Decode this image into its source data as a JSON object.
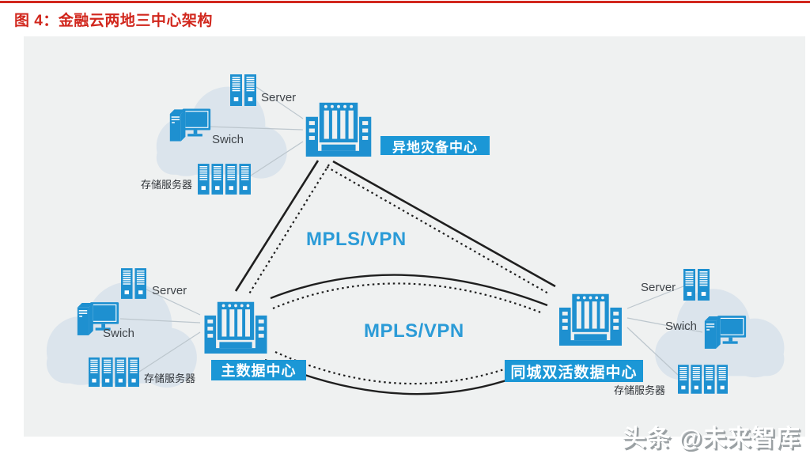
{
  "title": "图 4：金融云两地三中心架构",
  "watermark": "头条 @未来智库",
  "colors": {
    "title_red": "#d1271d",
    "panel_bg": "#eff1f1",
    "icon_blue": "#1e90d0",
    "label_box_blue": "#1b97d6",
    "link_text_blue": "#2b9bd7",
    "cloud_fill": "#dbe4ec",
    "line_dark": "#1f1f1f",
    "connector_gray": "#bcc6cd"
  },
  "icons": {
    "building": "data-center-building-icon",
    "server_rack": "server-rack-icon",
    "storage_rack": "storage-array-icon",
    "switch_pc": "switch-workstation-icon",
    "cloud": "cloud-icon"
  },
  "diagram": {
    "centers": {
      "dr": {
        "label": "异地灾备中心"
      },
      "primary": {
        "label": "主数据中心"
      },
      "metro": {
        "label": "同城双活数据中心"
      }
    },
    "links": {
      "upper": {
        "label": "MPLS/VPN"
      },
      "lower": {
        "label": "MPLS/VPN"
      }
    },
    "clusters": {
      "top_left": {
        "server": "Server",
        "switch": "Swich",
        "storage": "存储服务器"
      },
      "bottom_left": {
        "server": "Server",
        "switch": "Swich",
        "storage": "存储服务器"
      },
      "right": {
        "server": "Server",
        "switch": "Swich",
        "storage": "存储服务器"
      }
    }
  }
}
